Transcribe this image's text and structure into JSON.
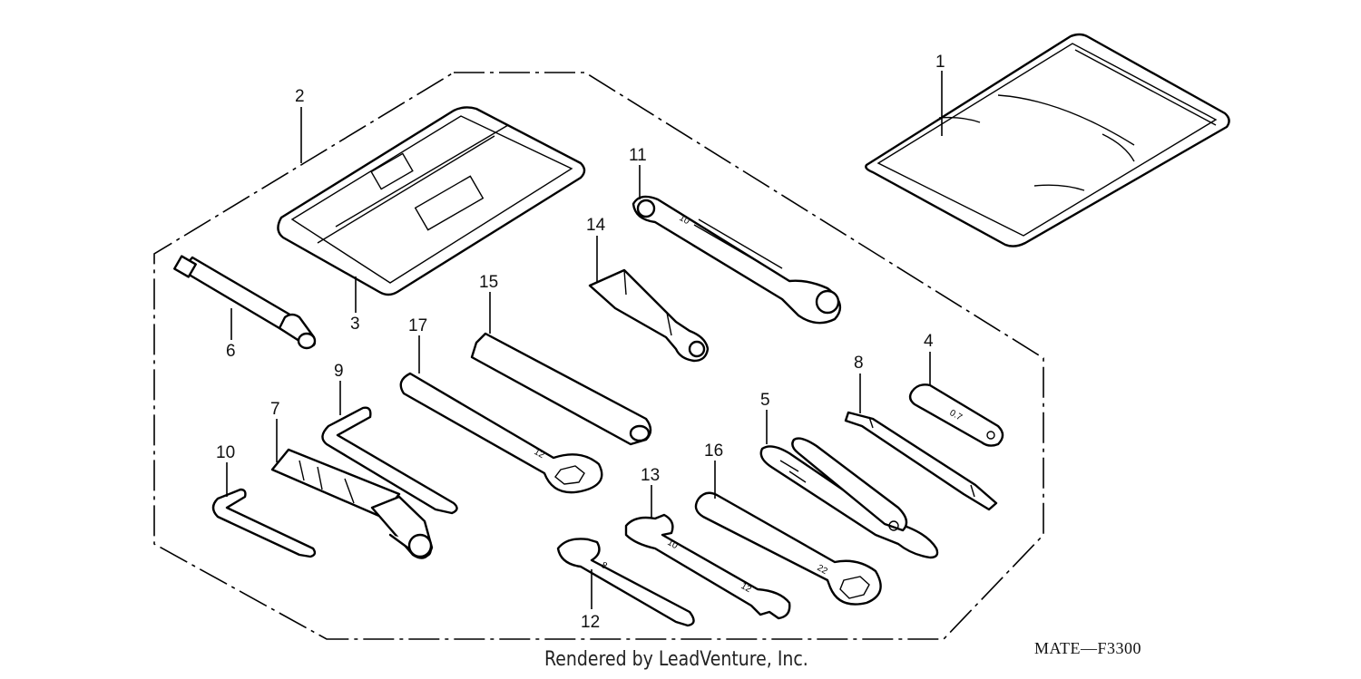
{
  "diagram": {
    "callouts": [
      "1",
      "2",
      "3",
      "4",
      "5",
      "6",
      "7",
      "8",
      "9",
      "10",
      "11",
      "12",
      "13",
      "14",
      "15",
      "16",
      "17"
    ],
    "tool_markings": {
      "feeler_gauge": "0.7",
      "wrench_8": "8",
      "wrench_10_12_a": "10",
      "wrench_10_12_b": "12",
      "wrench_12": "12",
      "wrench_22": "22",
      "ring_wrench": "10"
    }
  },
  "footer": {
    "rendered_by": "Rendered by LeadVenture, Inc.",
    "diagram_code": "MATE—F3300"
  }
}
